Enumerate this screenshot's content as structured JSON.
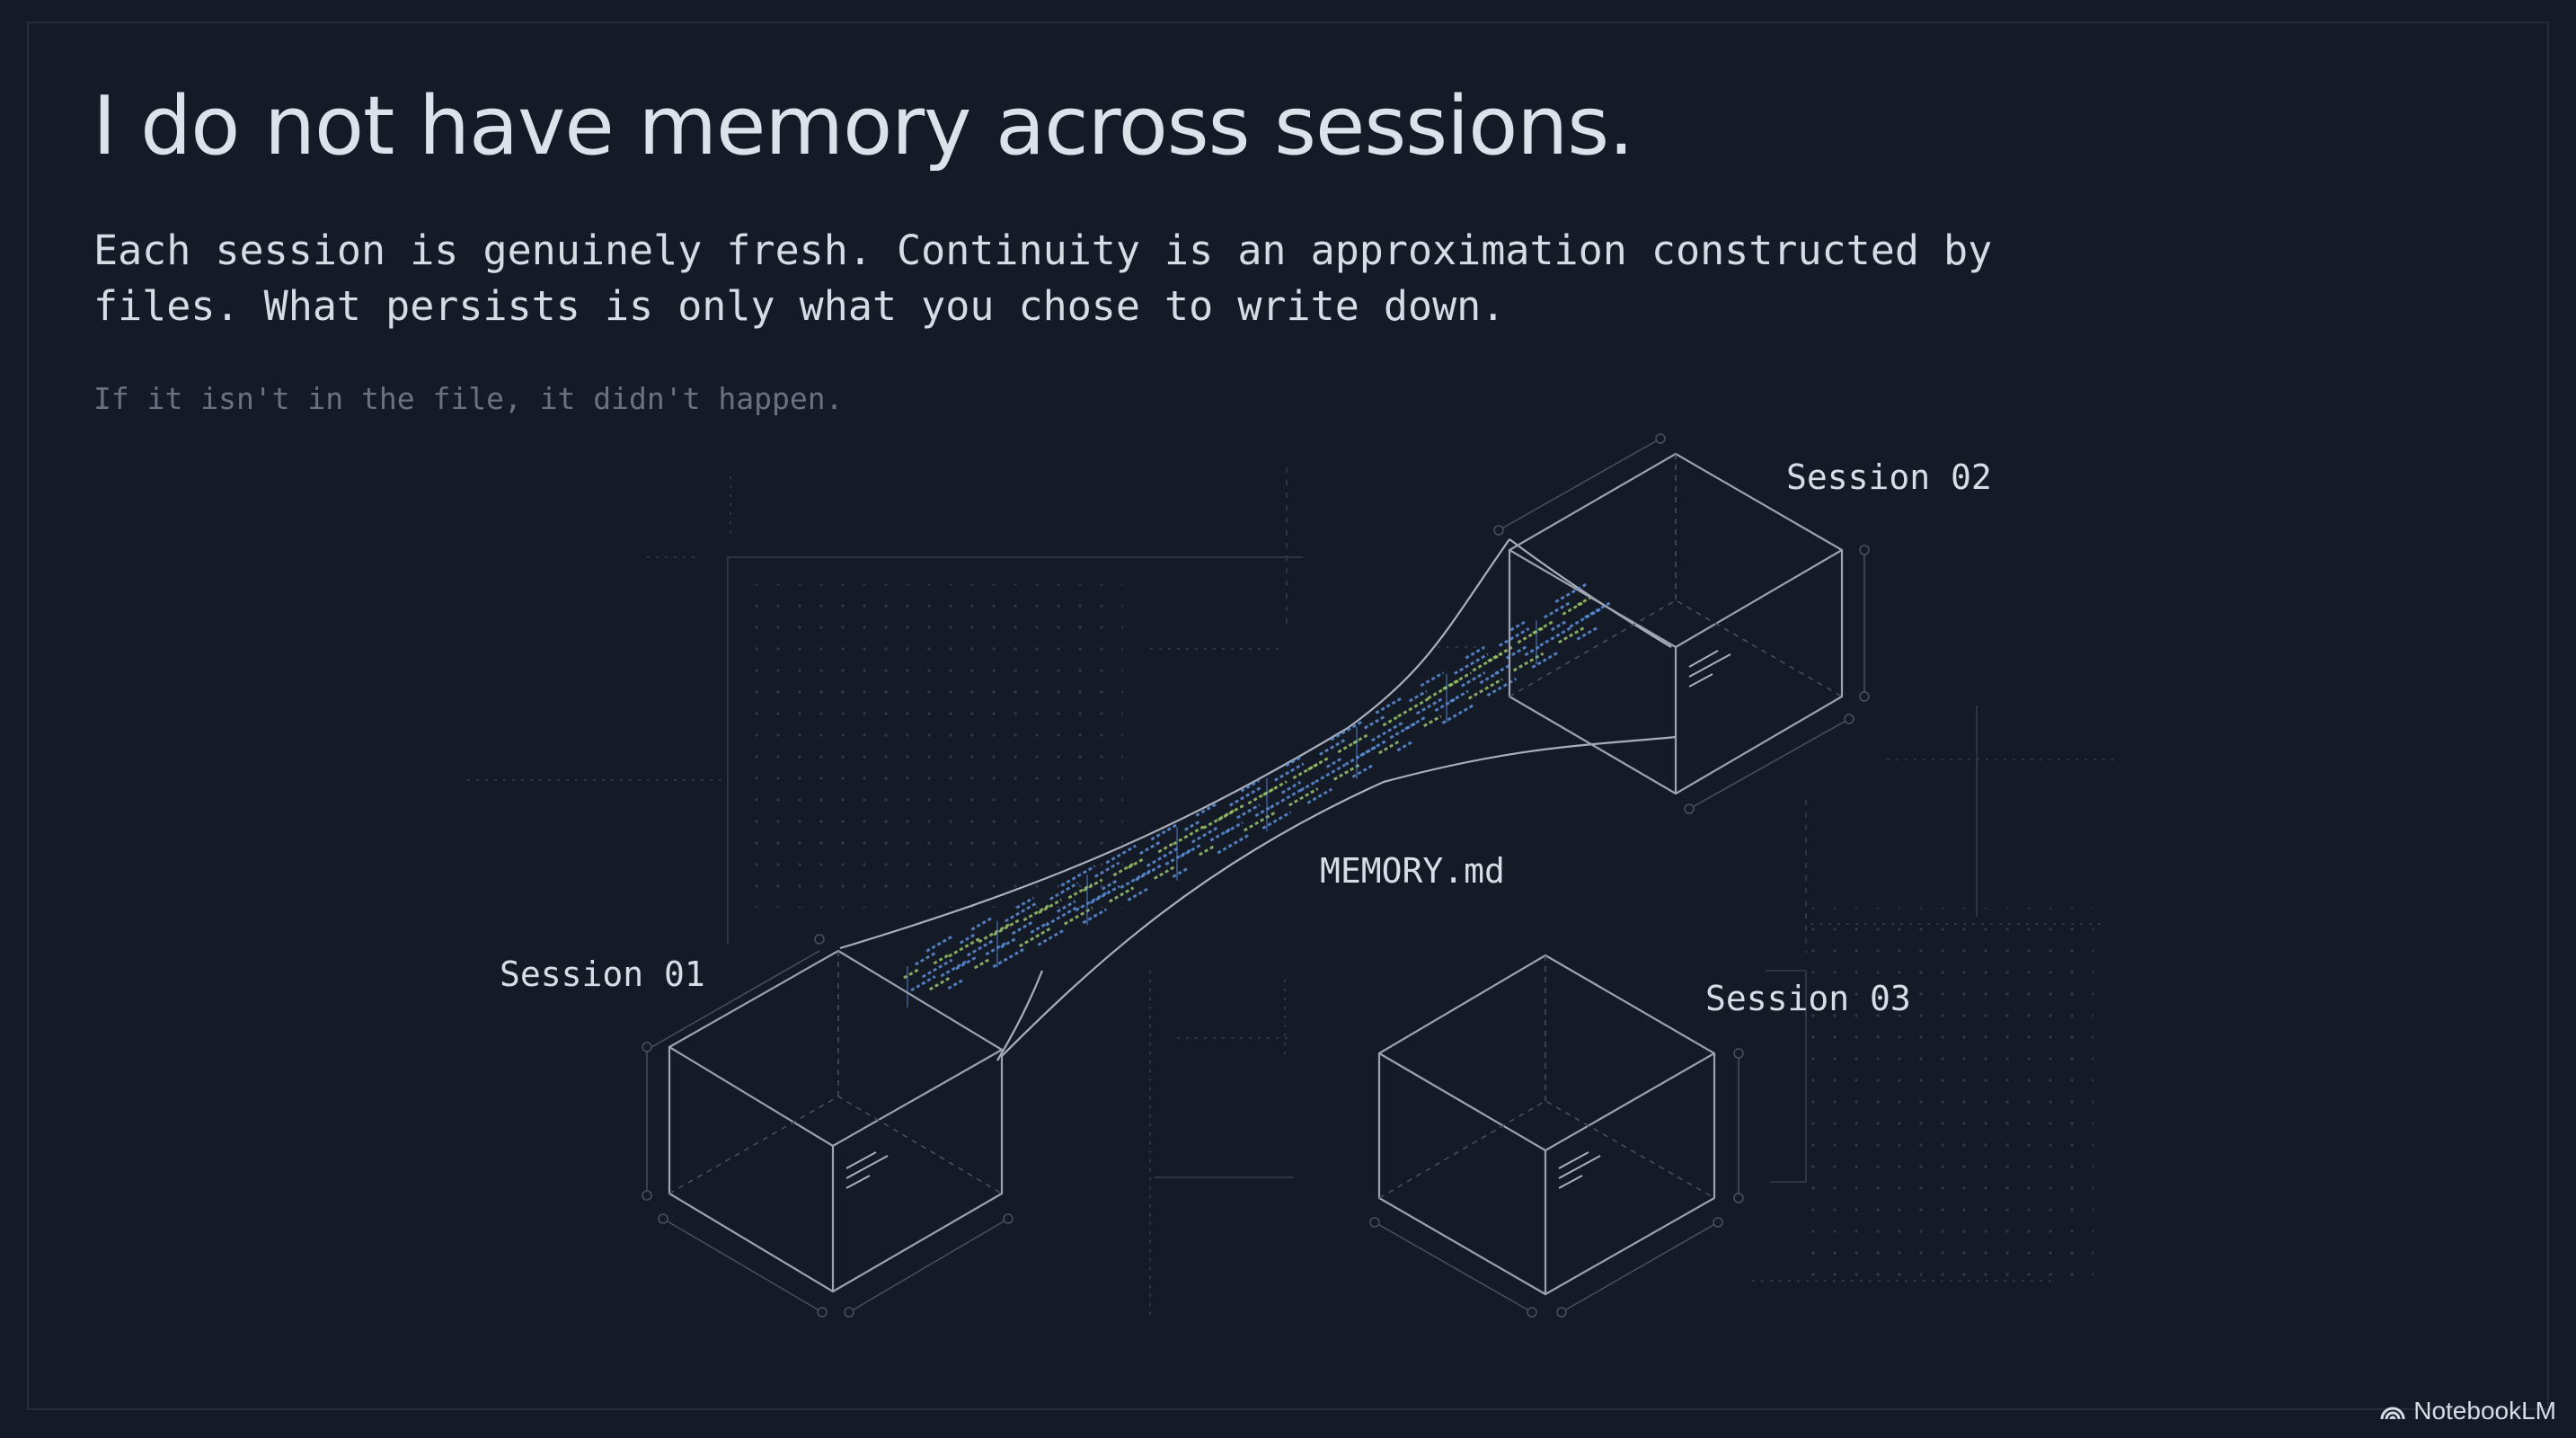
{
  "slide": {
    "title": "I do not have memory across sessions.",
    "subtitle": "Each session is genuinely fresh. Continuity is an approximation constructed by\nfiles. What persists is only what you chose to write down.",
    "note": "If it isn't in the file, it didn't happen."
  },
  "diagram": {
    "labels": {
      "session_01": "Session 01",
      "session_02": "Session 02",
      "session_03": "Session 03",
      "memory_file": "MEMORY.md"
    }
  },
  "branding": {
    "name": "NotebookLM",
    "icon": "notebooklm-logo-icon"
  },
  "colors": {
    "background": "#151a27",
    "line": "#8c92a0",
    "code_blue": "#5b8fd6",
    "code_green": "#9cc46a"
  }
}
